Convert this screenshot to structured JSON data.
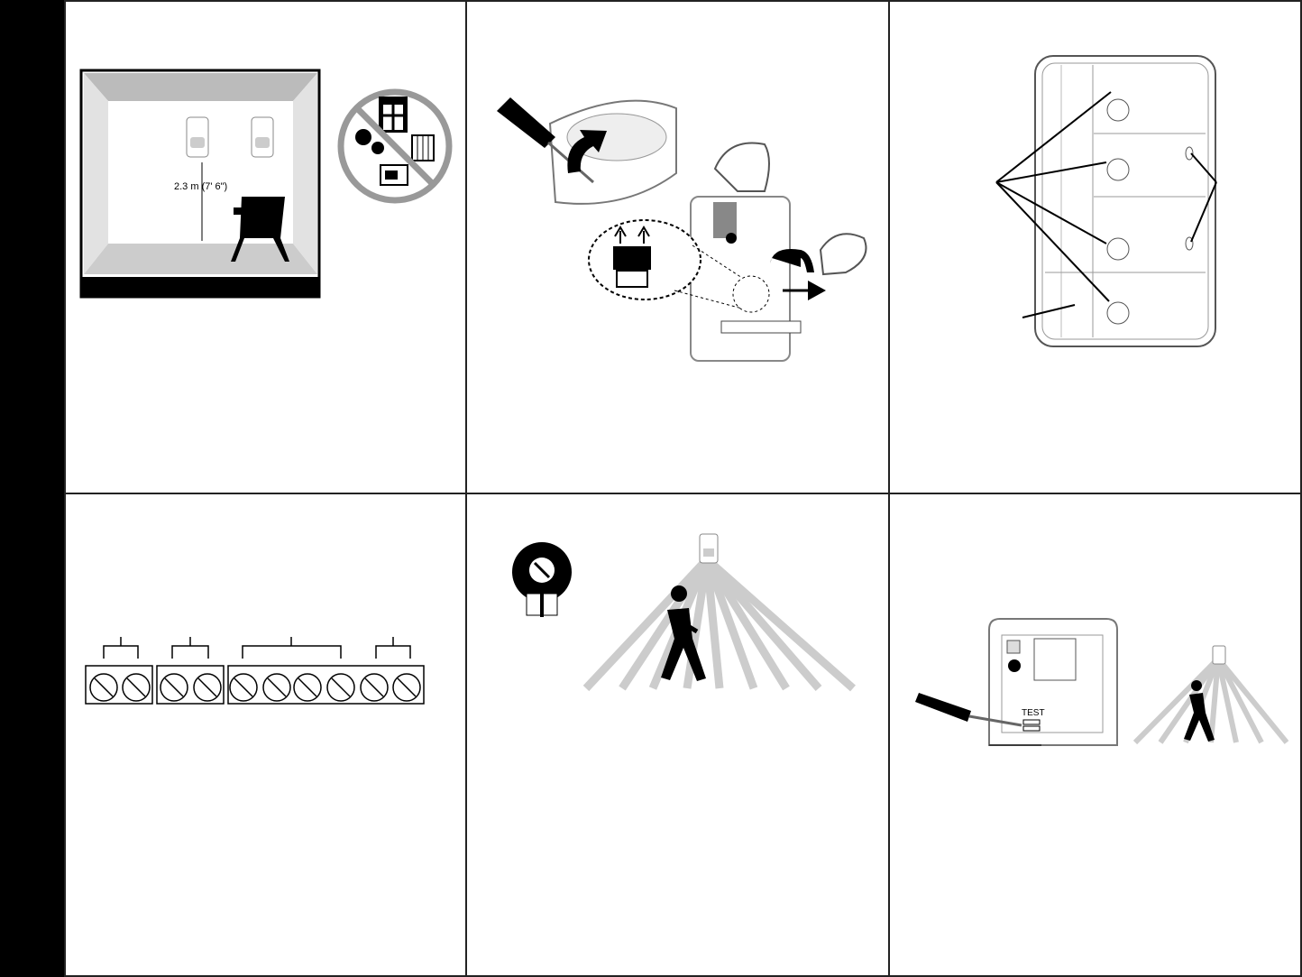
{
  "panels": {
    "mounting_height": {
      "height_label": "2.3 m (7' 6\")",
      "icons": [
        "sun-gear-icon",
        "window-icon",
        "radiator-icon",
        "air-conditioner-icon",
        "prohibited-icon"
      ]
    },
    "cover_removal": {
      "icons": [
        "screwdriver-icon",
        "lift-arrow-icon",
        "hand-icon",
        "pull-arrow-icon",
        "lens-icon"
      ]
    },
    "base_holes": {
      "icons": [
        "base-plate-icon",
        "pointer-lines-icon"
      ]
    },
    "terminal_block": {
      "terminal_count": 10,
      "icons": [
        "screw-terminal-icon",
        "bracket-icon"
      ]
    },
    "walk_test": {
      "icons": [
        "sensor-icon",
        "walking-person-icon",
        "coverage-zone-icon",
        "potentiometer-icon"
      ]
    },
    "test_mode": {
      "test_label": "TEST",
      "icons": [
        "screwdriver-icon",
        "circuit-board-icon",
        "walking-person-icon",
        "coverage-zone-icon"
      ]
    }
  }
}
